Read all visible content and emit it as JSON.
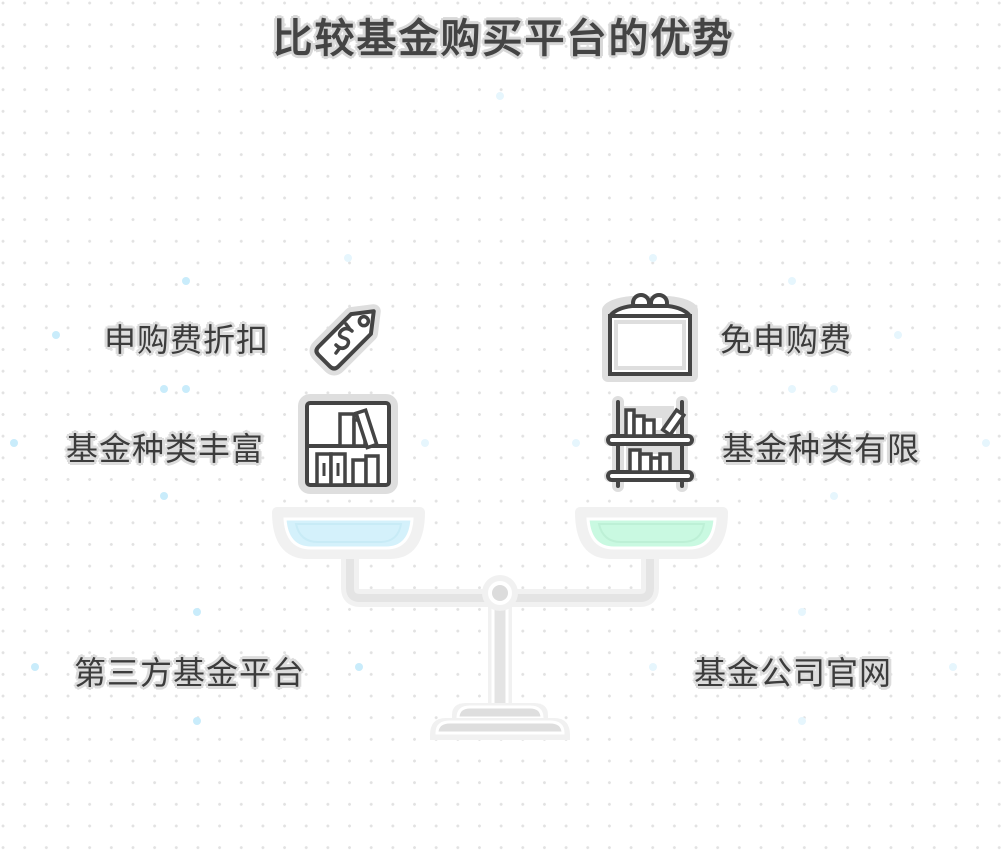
{
  "title": "比较基金购买平台的优势",
  "left": {
    "platform": "第三方基金平台",
    "features": [
      {
        "label": "申购费折扣",
        "icon": "price-tag-icon"
      },
      {
        "label": "基金种类丰富",
        "icon": "full-bookshelf-icon"
      }
    ],
    "pan_color": "#d4f1fb"
  },
  "right": {
    "platform": "基金公司官网",
    "features": [
      {
        "label": "免申购费",
        "icon": "coin-purse-icon"
      },
      {
        "label": "基金种类有限",
        "icon": "sparse-bookshelf-icon"
      }
    ],
    "pan_color": "#c9f9e1"
  },
  "colors": {
    "text": "#3c3c3c",
    "outline": "#dcdcdc",
    "icon_stroke": "#444444",
    "scale_gray": "#dedede",
    "accent_dot": "#c9ecfb"
  }
}
